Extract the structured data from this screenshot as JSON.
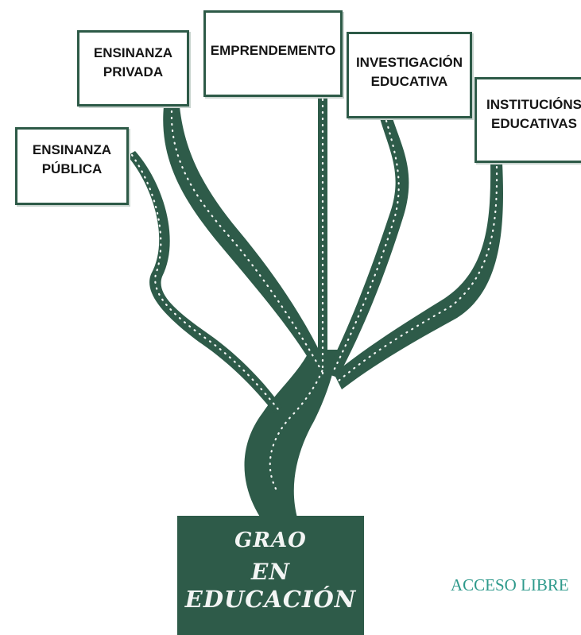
{
  "diagram": {
    "branches": [
      {
        "id": "publica",
        "lines": [
          "ENSINANZA",
          "PÚBLICA"
        ]
      },
      {
        "id": "privada",
        "lines": [
          "ENSINANZA",
          "PRIVADA"
        ]
      },
      {
        "id": "emprende",
        "lines": [
          "EMPRENDEMENTO"
        ]
      },
      {
        "id": "invest",
        "lines": [
          "INVESTIGACIÓN",
          "EDUCATIVA"
        ]
      },
      {
        "id": "instit",
        "lines": [
          "INSTITUCIÓNS",
          "EDUCATIVAS"
        ]
      }
    ],
    "trunk": {
      "lines": [
        "GRAO",
        "EN",
        "EDUCACIÓN"
      ]
    }
  },
  "footer": {
    "link_text": "ACCESO LIBRE"
  },
  "colors": {
    "tree": "#2e5b49",
    "box_border": "#2d5a47",
    "dots": "#f3f5f4",
    "link": "#2f9a8c",
    "background": "#ffffff"
  }
}
